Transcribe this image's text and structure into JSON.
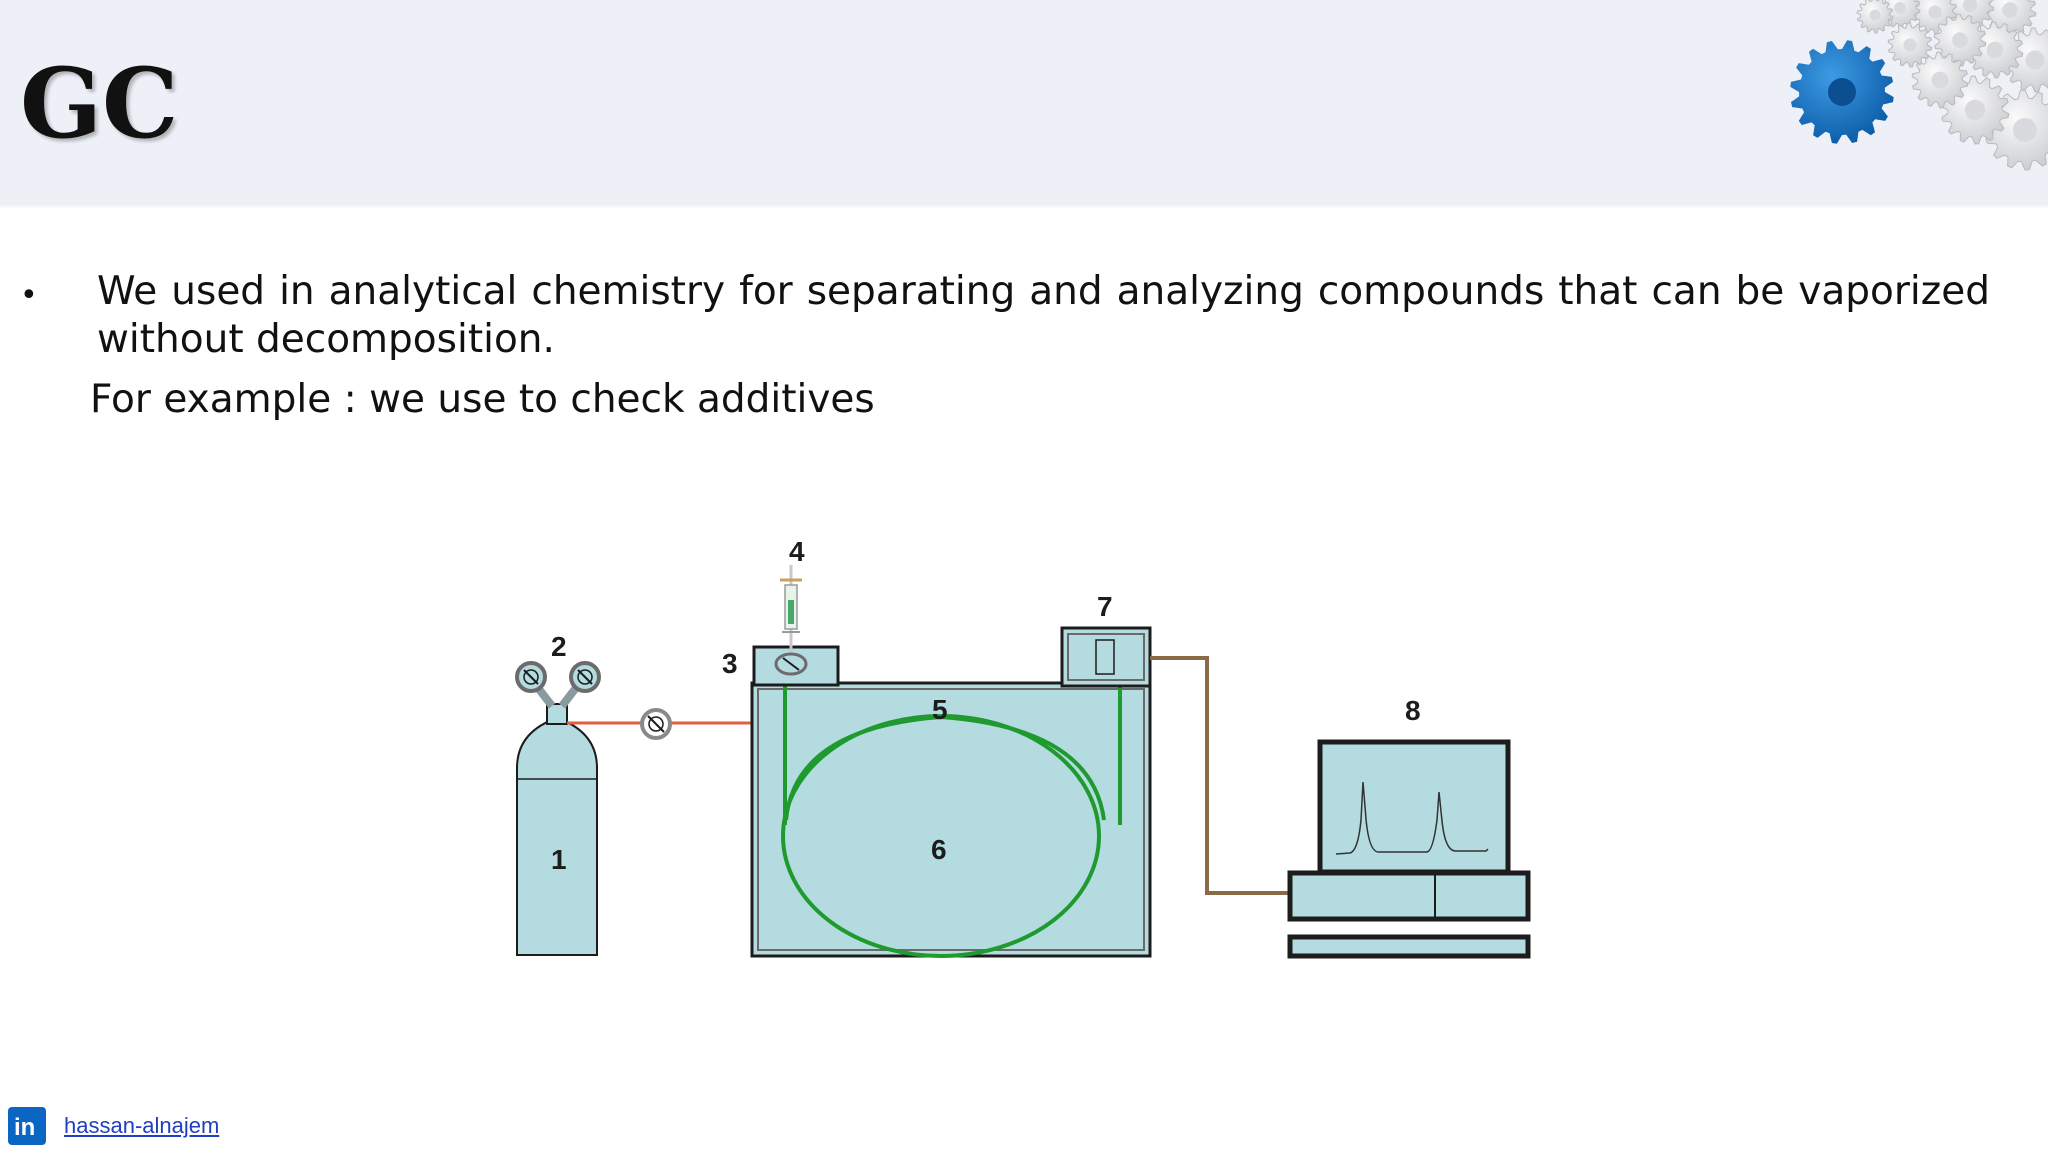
{
  "header": {
    "title": "GC"
  },
  "content": {
    "bullet_glyph": "•",
    "paragraph": "We used in analytical chemistry for separating and analyzing compounds that can be vaporized without decomposition.",
    "example": "For example : we use to check additives"
  },
  "diagram": {
    "labels": [
      "1",
      "2",
      "3",
      "4",
      "5",
      "6",
      "7",
      "8"
    ],
    "colors": {
      "fill": "#b3dbe0",
      "gas_line": "#e06040",
      "column": "#1f9a2e",
      "signal_line": "#8b6a48",
      "outline": "#1c1c1c"
    }
  },
  "footer": {
    "icon": "linkedin-icon",
    "badge_text": "in",
    "link_text": "hassan-alnajem"
  }
}
